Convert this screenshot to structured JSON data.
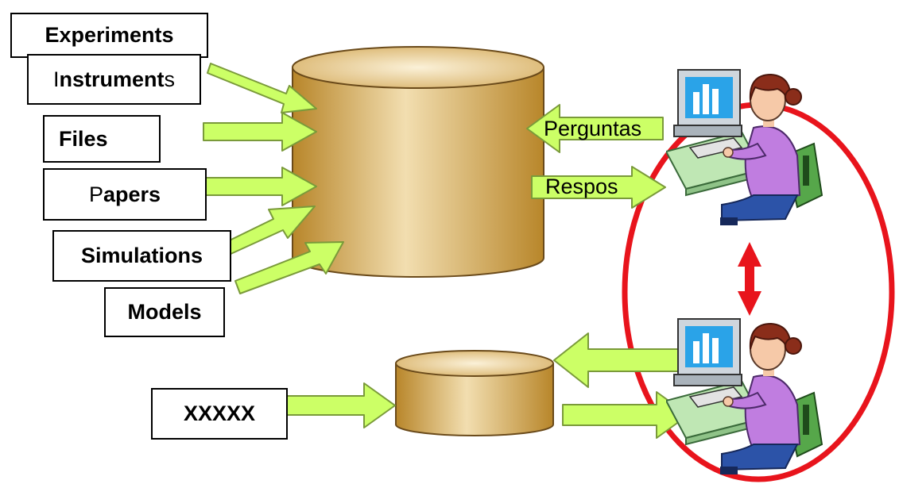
{
  "inputs": {
    "experiments": "Experiments",
    "instruments": {
      "part1": "I",
      "part2": "nstrument",
      "part3": "s"
    },
    "files": "Files",
    "papers": {
      "part1": "P",
      "part2": "apers"
    },
    "simulations": "Simulations",
    "models": "Models"
  },
  "secondary_input": "XXXXX",
  "queries": {
    "questions": "Perguntas",
    "answers": "Respos"
  },
  "colors": {
    "arrow_fill": "#ccff66",
    "arrow_stroke": "#7a9a3a",
    "cylinder_dark": "#b88628",
    "cylinder_light": "#f2deb0",
    "ellipse_stroke": "#e8141c",
    "double_arrow": "#e8141c"
  },
  "icons": {
    "user_top": "user-at-computer-icon",
    "user_bottom": "user-at-computer-icon"
  }
}
